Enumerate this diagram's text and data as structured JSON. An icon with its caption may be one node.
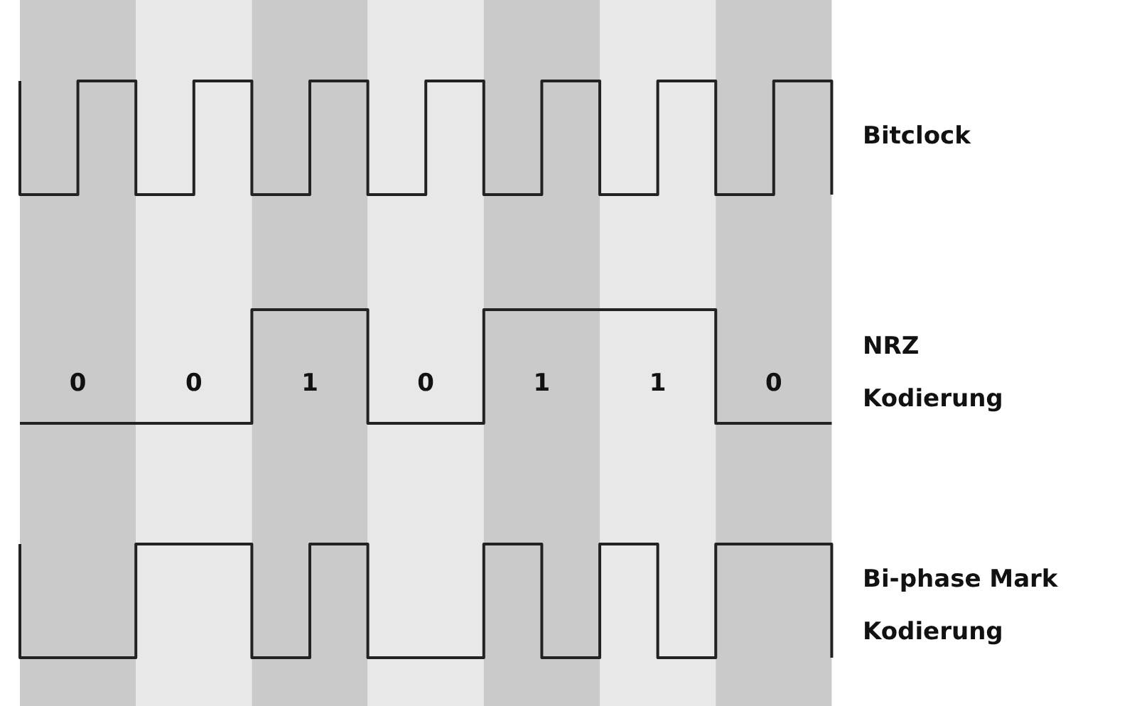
{
  "diagram": {
    "labels": [
      "Bitclock",
      "0",
      "0",
      "1",
      "0",
      "1",
      "1",
      "0",
      "NRZ Kodierung",
      "Bi-phase Mark Kodierung"
    ]
  }
}
